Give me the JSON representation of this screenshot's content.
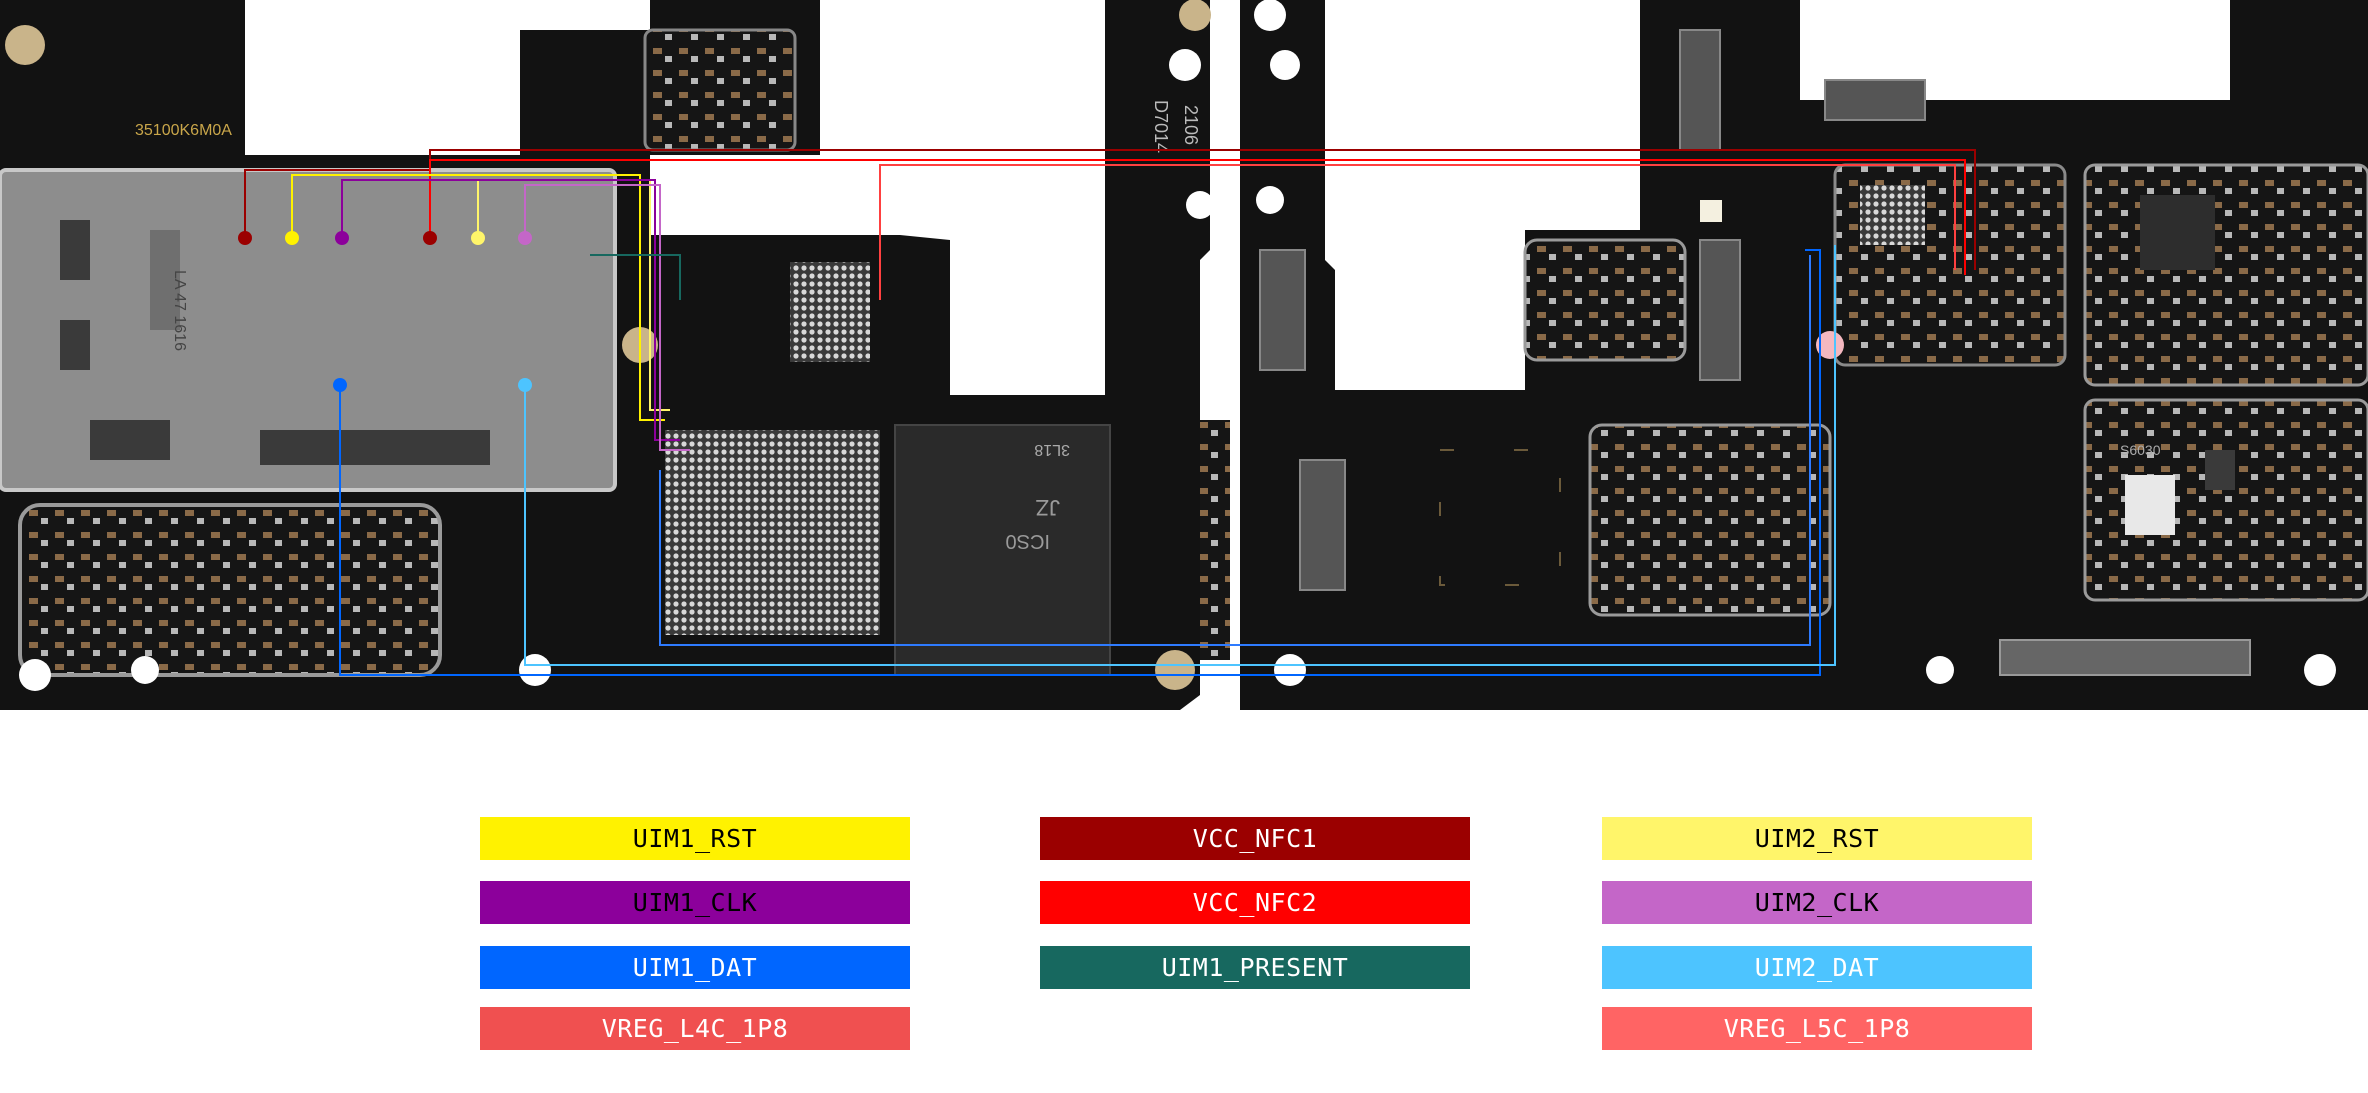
{
  "board_labels": {
    "part_number": "35100K6M0A",
    "sim_tray_code": "LA 47 1616",
    "flex_code_1": "2106",
    "flex_code_2": "D7014",
    "chip_code": "3L18",
    "chip_code_2": "JZ",
    "chip_code_3": "ICS0",
    "ic_right": "S6030"
  },
  "legend": [
    {
      "id": "uim1-rst",
      "label": "UIM1_RST",
      "color": "#fff200",
      "text_color": "#000000"
    },
    {
      "id": "vcc-nfc1",
      "label": "VCC_NFC1",
      "color": "#9b0000",
      "text_color": "#ffffff"
    },
    {
      "id": "uim2-rst",
      "label": "UIM2_RST",
      "color": "#fff56a",
      "text_color": "#000000"
    },
    {
      "id": "uim1-clk",
      "label": "UIM1_CLK",
      "color": "#8c009b",
      "text_color": "#000000"
    },
    {
      "id": "vcc-nfc2",
      "label": "VCC_NFC2",
      "color": "#ff0000",
      "text_color": "#ffffff"
    },
    {
      "id": "uim2-clk",
      "label": "UIM2_CLK",
      "color": "#c466c8",
      "text_color": "#000000"
    },
    {
      "id": "uim1-dat",
      "label": "UIM1_DAT",
      "color": "#0066ff",
      "text_color": "#ffffff"
    },
    {
      "id": "uim1-present",
      "label": "UIM1_PRESENT",
      "color": "#17685f",
      "text_color": "#ffffff"
    },
    {
      "id": "uim2-dat",
      "label": "UIM2_DAT",
      "color": "#4dc4ff",
      "text_color": "#ffffff"
    },
    {
      "id": "vreg-l4c",
      "label": "VREG_L4C_1P8",
      "color": "#f05050",
      "text_color": "#ffffff"
    },
    {
      "id": "vreg-l5c",
      "label": "VREG_L5C_1P8",
      "color": "#ff6464",
      "text_color": "#ffffff"
    }
  ]
}
